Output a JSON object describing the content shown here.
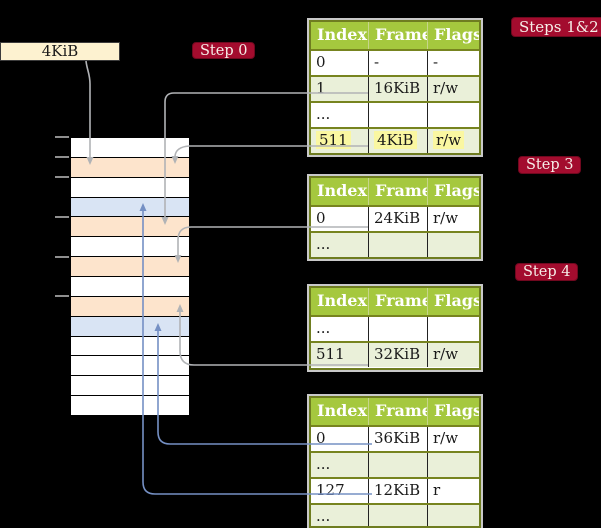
{
  "frame_size_label": {
    "text": "4KiB"
  },
  "badges": [
    {
      "label": "Step 0"
    },
    {
      "label": "Steps 1&2"
    },
    {
      "label": "Step 3"
    },
    {
      "label": "Step 4"
    }
  ],
  "memory": {
    "rows": [
      {
        "color": "white"
      },
      {
        "color": "orange"
      },
      {
        "color": "white"
      },
      {
        "color": "blue"
      },
      {
        "color": "orange"
      },
      {
        "color": "white"
      },
      {
        "color": "orange"
      },
      {
        "color": "white"
      },
      {
        "color": "orange"
      },
      {
        "color": "blue"
      },
      {
        "color": "white"
      },
      {
        "color": "white"
      },
      {
        "color": "white"
      },
      {
        "color": "white"
      }
    ],
    "ticks": [
      0,
      1,
      2,
      4,
      6,
      8
    ]
  },
  "tables": [
    {
      "name": "page-table-steps-1-2",
      "headers": [
        "Index",
        "Frame",
        "Flags"
      ],
      "rows": [
        {
          "cells": [
            "0",
            "-",
            "-"
          ],
          "shaded": false,
          "highlight": false
        },
        {
          "cells": [
            "1",
            "16KiB",
            "r/w"
          ],
          "shaded": true,
          "highlight": false
        },
        {
          "cells": [
            "...",
            "",
            ""
          ],
          "shaded": false,
          "highlight": false
        },
        {
          "cells": [
            "511",
            "4KiB",
            "r/w"
          ],
          "shaded": true,
          "highlight": true
        }
      ]
    },
    {
      "name": "page-table-step-3",
      "headers": [
        "Index",
        "Frame",
        "Flags"
      ],
      "rows": [
        {
          "cells": [
            "0",
            "24KiB",
            "r/w"
          ],
          "shaded": false,
          "highlight": false
        },
        {
          "cells": [
            "...",
            "",
            ""
          ],
          "shaded": true,
          "highlight": false
        }
      ]
    },
    {
      "name": "page-table-step-4-upper",
      "headers": [
        "Index",
        "Frame",
        "Flags"
      ],
      "rows": [
        {
          "cells": [
            "...",
            "",
            ""
          ],
          "shaded": false,
          "highlight": false
        },
        {
          "cells": [
            "511",
            "32KiB",
            "r/w"
          ],
          "shaded": true,
          "highlight": false
        }
      ]
    },
    {
      "name": "page-table-step-4-lower",
      "headers": [
        "Index",
        "Frame",
        "Flags"
      ],
      "rows": [
        {
          "cells": [
            "0",
            "36KiB",
            "r/w"
          ],
          "shaded": false,
          "highlight": false
        },
        {
          "cells": [
            "...",
            "",
            ""
          ],
          "shaded": true,
          "highlight": false
        },
        {
          "cells": [
            "127",
            "12KiB",
            "r"
          ],
          "shaded": false,
          "highlight": false
        },
        {
          "cells": [
            "...",
            "",
            ""
          ],
          "shaded": true,
          "highlight": false
        }
      ]
    }
  ],
  "connections": [
    {
      "from": "4KiB-label",
      "to": "memory-row-2",
      "color": "gray"
    },
    {
      "from": "table-1 index 1 (16KiB)",
      "to": "memory-row-5",
      "color": "gray"
    },
    {
      "from": "table-1 index 511 (4KiB)",
      "to": "memory-row-2",
      "color": "gray"
    },
    {
      "from": "table-2 index 0 (24KiB)",
      "to": "memory-row-7",
      "color": "gray"
    },
    {
      "from": "table-3 index 511 (32KiB)",
      "to": "memory-row-9",
      "color": "gray"
    },
    {
      "from": "table-4 index 0 (36KiB)",
      "to": "memory-row-10",
      "color": "blue"
    },
    {
      "from": "table-4 index 127 (12KiB)",
      "to": "memory-row-4",
      "color": "blue"
    }
  ],
  "colors": {
    "background": "#000000",
    "badge_red": "#a30c2e",
    "table_header_green": "#a5c83e",
    "table_row_green": "#eaf0d9",
    "table_border_olive": "#6f7d20",
    "highlight_yellow": "#faf7a1",
    "memory_orange": "#fde4cc",
    "memory_blue": "#d9e4f4",
    "label_cream": "#fdf2d0",
    "arrow_gray": "#b1b3b6",
    "arrow_blue": "#7590c4"
  }
}
